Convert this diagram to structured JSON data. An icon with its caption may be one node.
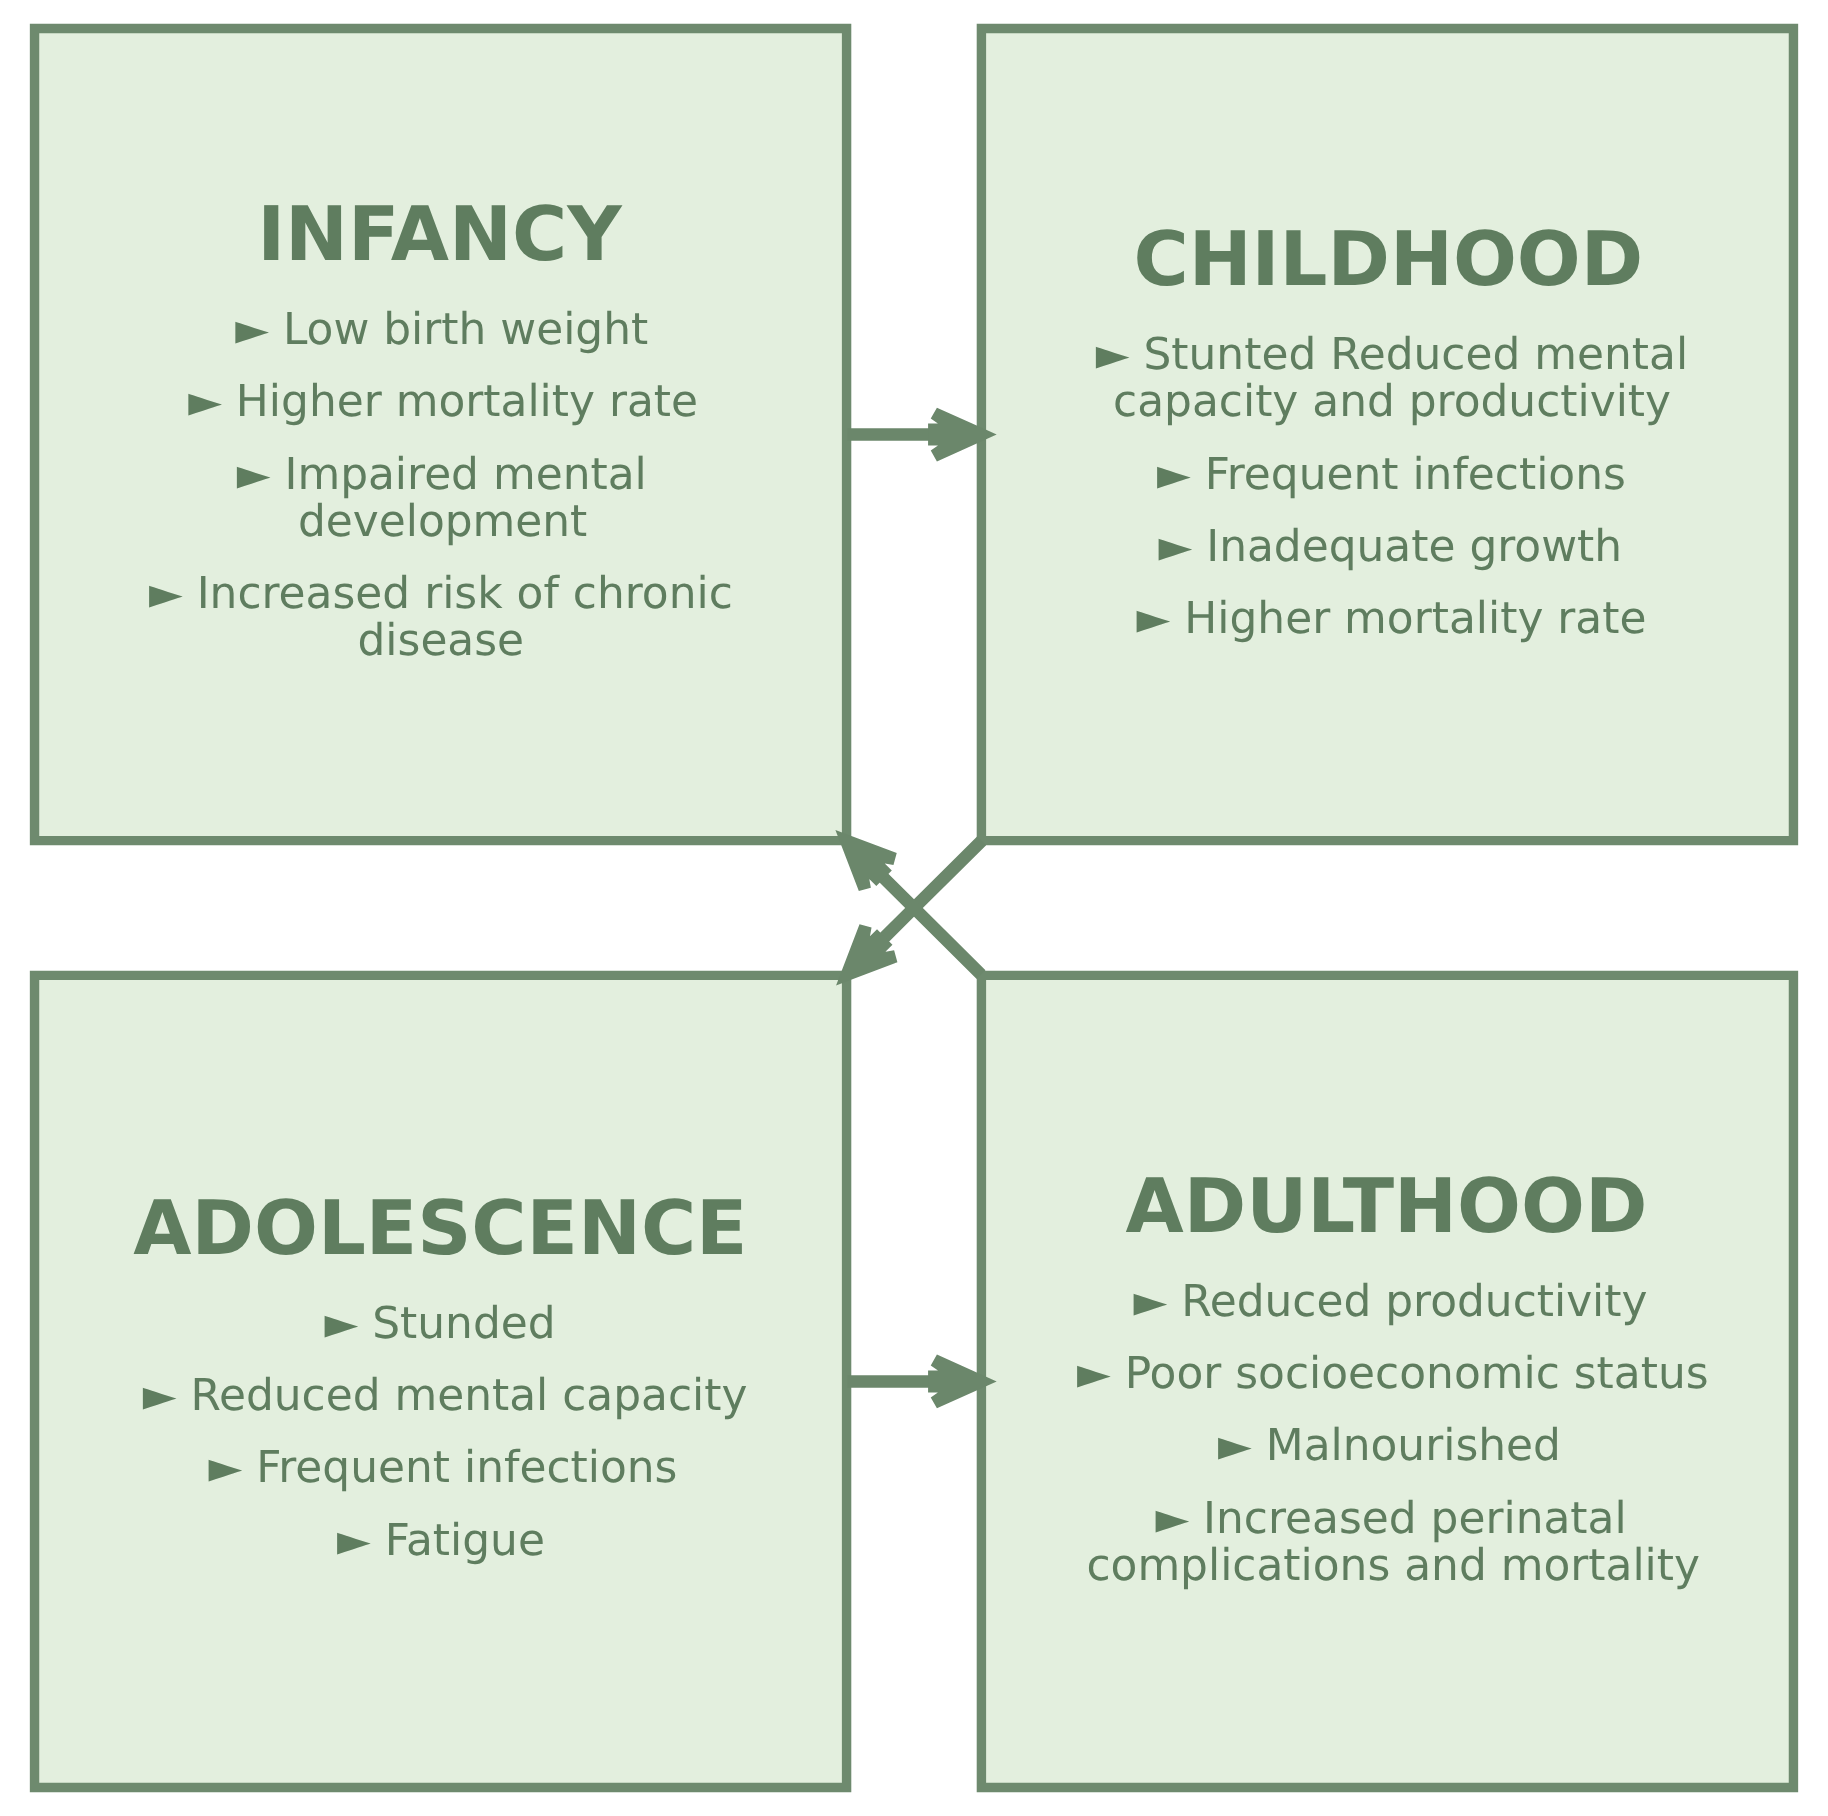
{
  "diagram": {
    "nodes": [
      {
        "text": [
          "INFANCY",
          "► Low birth weight",
          "► Higher mortality rate",
          "► Impaired mental development",
          "► Increased risk of chronic disease"
        ]
      },
      {
        "text": [
          "CHILDHOOD",
          "► Stunted Reduced mental capacity and productivity",
          "► Frequent infections",
          "► Inadequate growth",
          "► Higher mortality rate"
        ]
      },
      {
        "text": [
          "ADOLESCENCE",
          "► Stunded",
          "► Reduced mental capacity",
          "► Frequent infections",
          "► Fatigue"
        ]
      },
      {
        "text": [
          "ADULTHOOD",
          "► Reduced productivity",
          "► Poor socioeconomic status",
          "► Malnourished",
          "► Increased perinatal complications and mortality"
        ]
      }
    ],
    "edges": [
      {
        "from": 0,
        "to": 1,
        "arrow": "to"
      },
      {
        "from": 1,
        "to": 2,
        "arrow": "to"
      },
      {
        "from": 2,
        "to": 3,
        "arrow": "to"
      },
      {
        "from": 3,
        "to": 0,
        "arrow": "to"
      }
    ]
  }
}
